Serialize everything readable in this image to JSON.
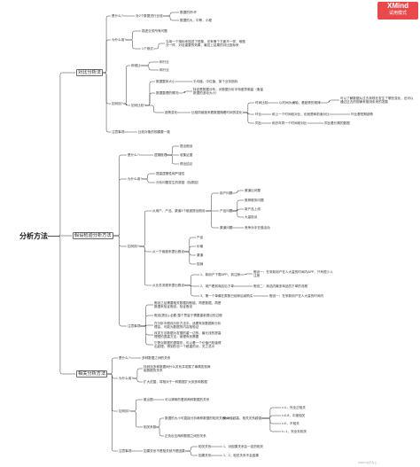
{
  "watermark": {
    "line1": "XMind",
    "line2": "试用模式"
  },
  "root": "分析方法",
  "branches": {
    "compare": "对比分析法",
    "hypothesis": "假设检验分析方法",
    "correlation": "相关分析方法"
  },
  "compare": {
    "what": "是什么?",
    "what_a": "对2个数据进行比较",
    "what_a1": "数据的好/坏",
    "what_a2": "数据的大，中等，小程",
    "why": "为什么用?",
    "why_a": "描述业务所有问题",
    "why_b": "1个测试",
    "why_b1": "当用一个指标来描述了现象，还有第个方面不一样，难做分一样，对自重要的效果，最应上结果的对比指标来",
    "how": "如何用?",
    "who": "和谁比",
    "who1": "和行业",
    "who2": "和行业",
    "how_compare": "如何比较?",
    "total": "数据整体大小",
    "total_a": "平均值、中位值、某个业务指标",
    "dist": "数据整理的情况",
    "dist_a": "特定是数据分布，对数据分析中特差异衡量（衡量数据的波动大小）",
    "trend": "趋势变化",
    "trend_a": "比相同维度来看数据随着时间的变化",
    "trend_1": "时间比较",
    "trend_1a": "以时间为横轴，看趋势的规律",
    "trend_1b": "可以了解数据从过去到现在发生了哪些变化，还可以通过过去的规律来推测未来的发展",
    "trend_2": "环比",
    "trend_2a": "和上一个时间段对比，也就是和前面对比",
    "trend_2b": "环比看短期趋势",
    "trend_3": "同比",
    "trend_3a": "和去年同一个时间段对比",
    "trend_3b": "同比看长期的数据",
    "note": "注意事项",
    "note_a": "比较对象的规模要一致"
  },
  "hypothesis": {
    "what": "是什么?",
    "what_a": "逻辑推理",
    "what_a1": "提出假设",
    "what_a2": "收集证据",
    "what_a3": "得出结论",
    "why": "为什么用?",
    "why_a": "提高逻辑性和严谨性",
    "why_b": "分析问题发生的原因（找原因）",
    "how": "如何用?",
    "how_a": "从用户、产品、渠道3个维度提出假设",
    "user": "用户问题",
    "user1": "渠道出问题",
    "user2": "推荐服务问题",
    "user3": "新产品上线",
    "user4": "大量投诉",
    "product": "产品问题",
    "channel": "渠道问题",
    "channel_a": "竞争对手在做活动",
    "hlevel": "从一下维度来提出假设",
    "dim1": "产品",
    "dim2": "价格",
    "dim3": "渠道",
    "dim4": "促销",
    "steps": "从业务流程来提出假设",
    "step1": "1、新用户下载APP，到注册",
    "step1a": "假设一：在采新用户在人大量的时间内APP，只有很少人注册",
    "step2": "2、用户看到商品后下单",
    "step2a": "假设二：商品内最多商品的下单的流程",
    "step3": "3、第一个单最在数数已经和后续购买",
    "step3a": "假设一：在采新用户在人大量的时间内",
    "note": "注意事项",
    "note1": "假设之后需要相关数据判断能，再是数据，再是数据来验证假设，验证假设",
    "note2": "假设(提出)-必要-整个思量于需要重新提出的过程",
    "note3": "在分析中假设分析方法中，适要有到数据和分析理由，可能为数据的内容相验证",
    "note4": "改发方法数据为发据的重一边的，最长找的提高理想的提高方法，使理有效需要",
    "note5": "它是对数据的提展形，可以着一个价值已知值得出起理，得到的也一个都重的对，关之总示"
  },
  "correlation": {
    "what": "是什么?",
    "what_a": "多种数据之间的关系",
    "why": "为什么用?",
    "why_a": "找到找多种数据间什么关系并发展了事情发现两组数据的关系",
    "why_b": "扩大范围，将相对于一种数据扩大到多种数据",
    "how": "如何用?",
    "scatter": "散点图",
    "scatter_a": "可以清晰的看到两种数据的关系",
    "coef": "相关系数",
    "coef_a": "数据的大小可直接分析两种数据的相关关系",
    "coef_a1": "绝对值越高，相关关系越强",
    "r1": "r=1，完全正相关",
    "r2": "r=0.8，中度相关",
    "r3": "r=0，不相关",
    "r4": "r=-1，完全负相关",
    "coef_b": "正负反应两种数据之间的关系",
    "note": "注意事项",
    "note_a": "如果关系不是相关就不是因果",
    "note_a1": "相关关系",
    "note_a1x": "1、对因果关系会一定的相关",
    "note_a2": "因果关系",
    "note_a2x": "1、2、相关关系不会因果"
  },
  "footer_watermark": "CSDN @不为上"
}
